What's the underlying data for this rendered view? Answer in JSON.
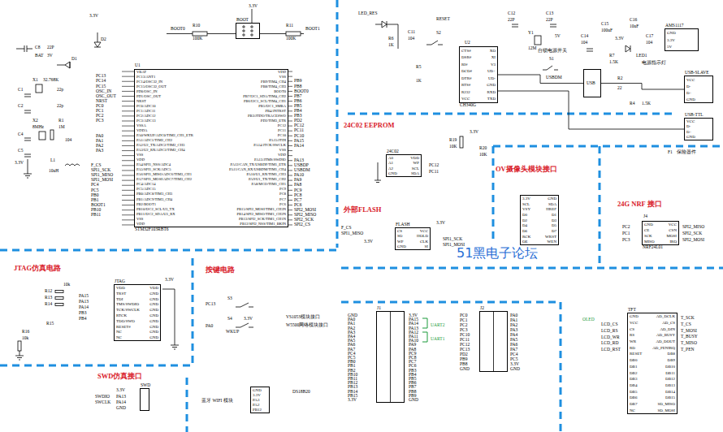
{
  "diagram": {
    "nodes": [
      {
        "text": [
          "STM32F103RBT6",
          "VBAT",
          "PC13/ANT1",
          "PC14/OSC32_IN",
          "PC15/OSC32_OUT",
          "PD0/OSC_IN",
          "PD1/OSC_OUT",
          "NRST",
          "PC0/ADC10",
          "PC1/ADC11",
          "PC2/ADC12",
          "PC3/ADC13",
          "VSSA",
          "VDDA",
          "PA0/WKUP/ADC0/TIM2_CH1_ETR",
          "PA1/ADC1/TIM2_CH2",
          "PA2/U2_TX/ADC2/TIM2_CH3",
          "PA3/U2_RX/ADC3/TIM2_CH4",
          "VSS",
          "VDD",
          "PA4/SPI1_NSS/ADC4",
          "PA5/SPI1_SCK/ADC5",
          "PA6/SPI1_MISO/ADC6/TIM3_CH1",
          "PA7/SPI1_MOSI/ADC7/TIM3_CH2",
          "PC4/ADC14",
          "PC5/ADC15",
          "PB0/ADC8/TIM3_CH3",
          "PB1/ADC9/TIM3_CH4",
          "PB2/BOOT1",
          "PB10/I2C2_SCL/U3_TX",
          "PB11/I2C2_SDA/U3_RX",
          "VSS",
          "VDD",
          "VDD",
          "VSS",
          "PB9/TIM4_CH4",
          "PB8/TIM4_CH3",
          "BOOT0",
          "PB7/I2C1_SDA/TIM4_CH2",
          "PB6/I2C1_SCL/TIM4_CH1",
          "PB5/I2C1_SMBA",
          "PB4/JNTRST",
          "PB3/JTDO/TRACESWO",
          "PD2/TIM3_ETR",
          "PC12",
          "PC11",
          "PC10",
          "PA15/JTDI",
          "PA14/JTCK/SWCLK",
          "VSS",
          "VDD",
          "PA13/JTMS/SWDIO",
          "PA12/CAN_TX/USBDP/TIM1_ETR",
          "PA11/CAN_RX/USBDM/TIM1_CH4",
          "PA10/U1_RX/TIM1_CH3",
          "PA9/U1_TX/TIM1_CH2",
          "PA8/MCO/TIM1_CH1",
          "PC9",
          "PC8",
          "PC7",
          "PC6",
          "PB15/SPI2_MOSI/TIM1_CH3N",
          "PB14/SPI2_MISO/TIM1_CH2N",
          "PB13/SPI2_SCK/TIM1_CH1N",
          "PB12/SPI2_NSS/TIM1_BKIN"
        ]
      },
      {
        "text": [
          "BOOT"
        ]
      },
      {
        "text": [
          "CH340G",
          "CTS#",
          "DSR#",
          "RI#",
          "DCD#",
          "DTR#",
          "RTS#",
          "R232",
          "VCC",
          "XO",
          "XI",
          "V3",
          "UD+",
          "UD-",
          "GND",
          "RXD",
          "TXD"
        ]
      },
      {
        "text": [
          "AMS1117",
          "GND",
          "3.3V",
          "5V"
        ]
      },
      {
        "text": [
          "USB"
        ]
      },
      {
        "text": [
          "USB-SLAVE",
          "VCC",
          "D-",
          "D+",
          "GND"
        ]
      },
      {
        "text": [
          "USB-TTL",
          "VCC",
          "D-",
          "D+",
          "GND"
        ]
      },
      {
        "text": [
          "24C02",
          "A0",
          "A1",
          "A2",
          "GND",
          "VDD",
          "WP",
          "SCL",
          "SDA"
        ]
      },
      {
        "text": [
          "FLASH",
          "CS",
          "SO",
          "WP",
          "GND",
          "VCC",
          "HOLD",
          "CLK",
          "SI"
        ]
      },
      {
        "text": [
          "3.3V",
          "SCL",
          "VSY",
          "D0",
          "D2",
          "D4",
          "D6",
          "RCK",
          "OE",
          "GND",
          "SDA",
          "HREF",
          "D1",
          "D3",
          "D5",
          "D7",
          "WRST",
          "WEN"
        ]
      },
      {
        "text": [
          "NRF24L01",
          "GND",
          "CE",
          "SCK",
          "MISO",
          "VCC",
          "CSN",
          "MOSI",
          "IRQ"
        ]
      },
      {
        "text": [
          "JTAG",
          "VDD",
          "TRST",
          "TDI",
          "TMS/SWDIO",
          "TCK/SWCLK",
          "RTCK",
          "TDO/SWO",
          "RESET#",
          "NC",
          "NC",
          "VDD",
          "GND",
          "GND",
          "GND",
          "GND",
          "GND",
          "GND",
          "GND",
          "GND",
          "GND"
        ]
      },
      {
        "text": [
          "SWD"
        ]
      },
      {
        "text": [
          "GND",
          "3.3V",
          "PA3",
          "PA2",
          "PB12"
        ]
      },
      {
        "text": [
          "J1"
        ]
      },
      {
        "text": [
          "J2"
        ]
      },
      {
        "text": [
          "TFT",
          "GND",
          "VCC",
          "CS",
          "RS",
          "WR",
          "RD",
          "RESET",
          "DB0",
          "DB1",
          "DB2",
          "DB3",
          "DB4",
          "DB5",
          "DB6",
          "DB7",
          "NC",
          "AD_DCLK",
          "AD_CS",
          "AD_DIN",
          "AD_BUSY",
          "AD_DOUT",
          "AD_PENIRQ",
          "DB8",
          "DB9",
          "DB10",
          "DB11",
          "DB12",
          "DB13",
          "DB14",
          "DB15",
          "SD_MISO",
          "SD_MOSI"
        ]
      }
    ],
    "edges": [
      {
        "from": 2,
        "to": 4,
        "arrow": "none"
      },
      {
        "from": 4,
        "to": 5,
        "arrow": "none"
      },
      {
        "from": 2,
        "to": 6,
        "arrow": "none"
      }
    ],
    "labels": [
      "24C02 EEPROM",
      "OV摄像头模块接口",
      "外部FLASH",
      "24G NRF 接口",
      "JTAG仿真电路",
      "按键电路",
      "SWD仿真接口",
      "51黑电子论坛",
      "C8",
      "22P",
      "BAT",
      "3V",
      "D1",
      "D2",
      "3.3V",
      "X1",
      "32.768K",
      "C1",
      "C2",
      "22p",
      "22p",
      "X2",
      "8MHz",
      "R1",
      "1M",
      "C4",
      "C5",
      "104",
      "3.3V",
      "L1",
      "10uH",
      "U1",
      "BOOT0",
      "R10",
      "100K",
      "R11",
      "100K",
      "BOOT1",
      "3.3V",
      "LED_RES",
      "RESET",
      "R6",
      "1K",
      "C11",
      "104",
      "S2",
      "R5",
      "1K",
      "U2",
      "C12",
      "22P",
      "C13",
      "22P",
      "Y1",
      "12M",
      "C14",
      "104",
      "C15",
      "100uF",
      "C16",
      "10uF",
      "C17",
      "104",
      "5V",
      "3.3V",
      "自锁电源开关",
      "S1",
      "R7",
      "1.5K",
      "LED1",
      "电源指示灯",
      "USBDM",
      "R2",
      "22",
      "R4",
      "1.5K",
      "F1",
      "保险器件",
      "R19",
      "10K",
      "R20",
      "10K",
      "3.3V",
      "PC12",
      "PC11",
      "F_CS",
      "SPI1_MISO",
      "3.3V",
      "3.3V",
      "SPI1_SCK",
      "SPI1_MOSI",
      "J4",
      "R12",
      "R13",
      "R14",
      "10k",
      "R15",
      "R16",
      "10k",
      "3.3V",
      "S3",
      "S4",
      "PC13",
      "PA0",
      "WKUP",
      "3.3V",
      "3.3V",
      "SWDIO",
      "SWCLK",
      "PA13",
      "PA14",
      "GND",
      "蓝牙 WIFI 模块",
      "DS18B20",
      "VS1053模块接口",
      "W5500网络模块接口",
      "UART2",
      "UART1",
      "OLED",
      "PC13",
      "PC14",
      "PC15",
      "OSC_IN",
      "OSC_OUT",
      "NRST",
      "PC0",
      "PC1",
      "PC2",
      "PC3",
      "PA0",
      "PA1",
      "PA2",
      "PA3",
      "F_CS",
      "SPI1_SCK",
      "SPI1_MISO",
      "SPI1_MOSI",
      "PC4",
      "PC5",
      "PB0",
      "PB1",
      "BOOT1",
      "PB10",
      "PB11",
      "PB9",
      "PB8",
      "BOOT0",
      "PB7",
      "PB6",
      "PB5",
      "PB4",
      "PB3",
      "PD2",
      "PC12",
      "PC11",
      "PC10",
      "PA15",
      "PA14",
      "PA13",
      "USBDP",
      "USBDM",
      "PA10",
      "PA9",
      "PA8",
      "PC9",
      "PC8",
      "PC7",
      "PC6",
      "SPI2_MOSI",
      "SPI2_MISO",
      "SPI2_SCK",
      "SPI2_CS",
      "GND",
      "PA0",
      "PA1",
      "PA2",
      "PA3",
      "PA4",
      "PA5",
      "PA6",
      "PA7",
      "PC4",
      "PC5",
      "PB0",
      "PB1",
      "PB2",
      "PB10",
      "PB11",
      "PB12",
      "PB13",
      "PB14",
      "PB15",
      "3.3V",
      "3.3V",
      "PA15",
      "PA14",
      "PA13",
      "PA12",
      "PA11",
      "PA10",
      "PA9",
      "PA8",
      "PC9",
      "PC8",
      "PC7",
      "PC6",
      "PB3",
      "PB4",
      "PB5",
      "PB6",
      "PB7",
      "PB8",
      "PB9",
      "GND",
      "PC0",
      "PC1",
      "PC2",
      "PC3",
      "PC10",
      "PC11",
      "PC12",
      "PC13",
      "PD2",
      "PB9",
      "PB8",
      "GND",
      "PA0",
      "PA1",
      "PA2",
      "PA3",
      "PA4",
      "PA5",
      "PA6",
      "PA7",
      "PC4",
      "PC5",
      "3.3V",
      "GND",
      "PC2",
      "PC1",
      "PC3",
      "SPI2_MISO",
      "SPI2_SCK",
      "SPI2_MOSI",
      "PA15",
      "PA13",
      "PA14",
      "PB3",
      "PB4",
      "LCD_CS",
      "LCD_RS",
      "LCD_WR",
      "LCD_RD",
      "LCD_RST",
      "T_SCK",
      "T_CS",
      "T_MOSI",
      "T_BUSY",
      "T_MISO",
      "T_PEN"
    ]
  }
}
